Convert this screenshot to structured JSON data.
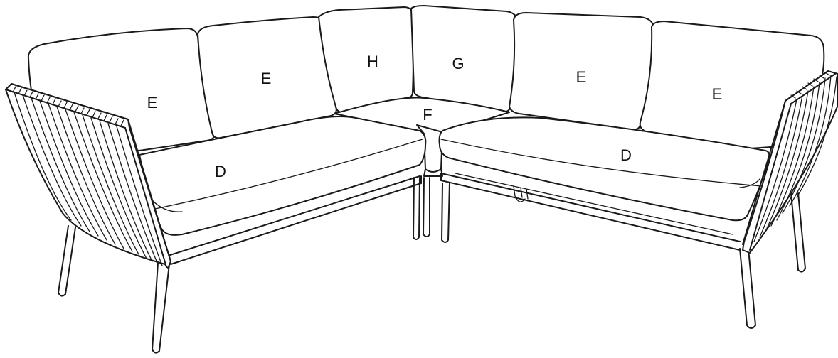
{
  "diagram": {
    "subject": "corner sofa set line drawing",
    "line_color": "#1a1a1a",
    "background": "#ffffff",
    "labels": {
      "left_seat": "D",
      "right_seat": "D",
      "back_left_outer": "E",
      "back_left_inner": "E",
      "back_right_inner": "E",
      "back_right_outer": "E",
      "corner_back_left": "H",
      "corner_back_right": "G",
      "corner_seat": "F"
    }
  }
}
